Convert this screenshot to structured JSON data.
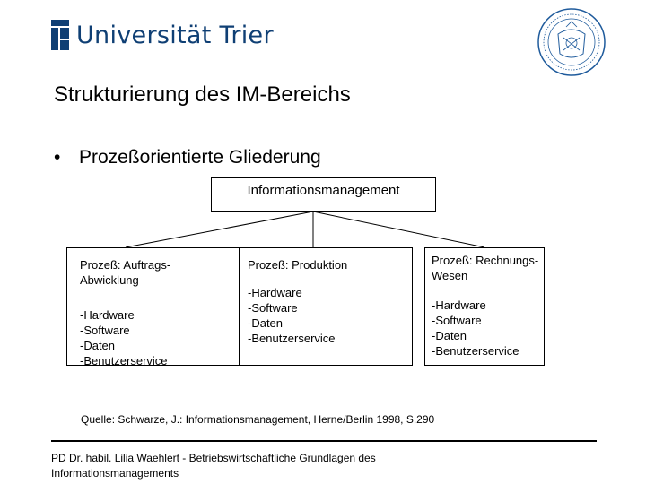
{
  "header": {
    "logo_text": "Universität Trier",
    "brand_color": "#0f3f74",
    "seal_icon": "university-seal"
  },
  "slide": {
    "title": "Strukturierung des IM-Bereichs",
    "bullet_symbol": "•",
    "bullet_text": "Prozeßorientierte Gliederung"
  },
  "diagram": {
    "root": "Informationsmanagement",
    "children": [
      {
        "title": [
          "Prozeß: Auftrags-",
          "Abwicklung"
        ],
        "items": [
          "-Hardware",
          "-Software",
          "-Daten",
          "-Benutzerservice"
        ]
      },
      {
        "title": [
          "Prozeß: Produktion"
        ],
        "items": [
          "-Hardware",
          "-Software",
          "-Daten",
          "-Benutzerservice"
        ]
      },
      {
        "title": [
          "Prozeß: Rechnungs-",
          "Wesen"
        ],
        "items": [
          "-Hardware",
          "-Software",
          "-Daten",
          "-Benutzerservice"
        ]
      }
    ]
  },
  "source": "Quelle: Schwarze, J.: Informationsmanagement, Herne/Berlin 1998, S.290",
  "footer": {
    "line1": "PD Dr. habil. Lilia Waehlert - Betriebswirtschaftliche Grundlagen des",
    "line2": "Informationsmanagements"
  }
}
